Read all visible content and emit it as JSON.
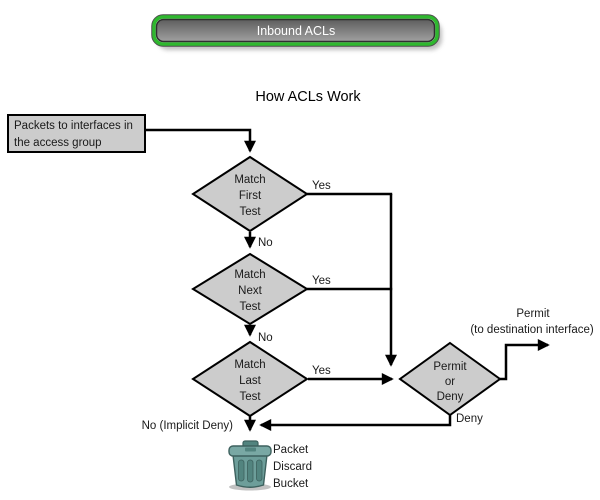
{
  "banner": {
    "label": "Inbound ACLs"
  },
  "heading": "How ACLs Work",
  "start_box": {
    "line1": "Packets to interfaces in",
    "line2": "the access group"
  },
  "diamonds": {
    "first": {
      "line1": "Match",
      "line2": "First",
      "line3": "Test"
    },
    "next": {
      "line1": "Match",
      "line2": "Next",
      "line3": "Test"
    },
    "last": {
      "line1": "Match",
      "line2": "Last",
      "line3": "Test"
    },
    "decision": {
      "line1": "Permit",
      "line2": "or",
      "line3": "Deny"
    }
  },
  "labels": {
    "yes_first": "Yes",
    "yes_next": "Yes",
    "yes_last": "Yes",
    "no_first": "No",
    "no_next": "No",
    "no_implicit_deny": "No (Implicit Deny)",
    "deny": "Deny",
    "permit": "Permit",
    "permit_sub": "(to destination interface)"
  },
  "bucket": {
    "line1": "Packet",
    "line2": "Discard",
    "line3": "Bucket"
  },
  "colors": {
    "banner_border": "#2eb82e",
    "banner_fill_top": "#646464",
    "banner_fill_bottom": "#9d9d9d",
    "shape_fill": "#cccccc",
    "line": "#000000",
    "bucket_body": "#6d9e9a",
    "bucket_ridge": "#52847f",
    "bucket_outline": "#3d615e"
  }
}
